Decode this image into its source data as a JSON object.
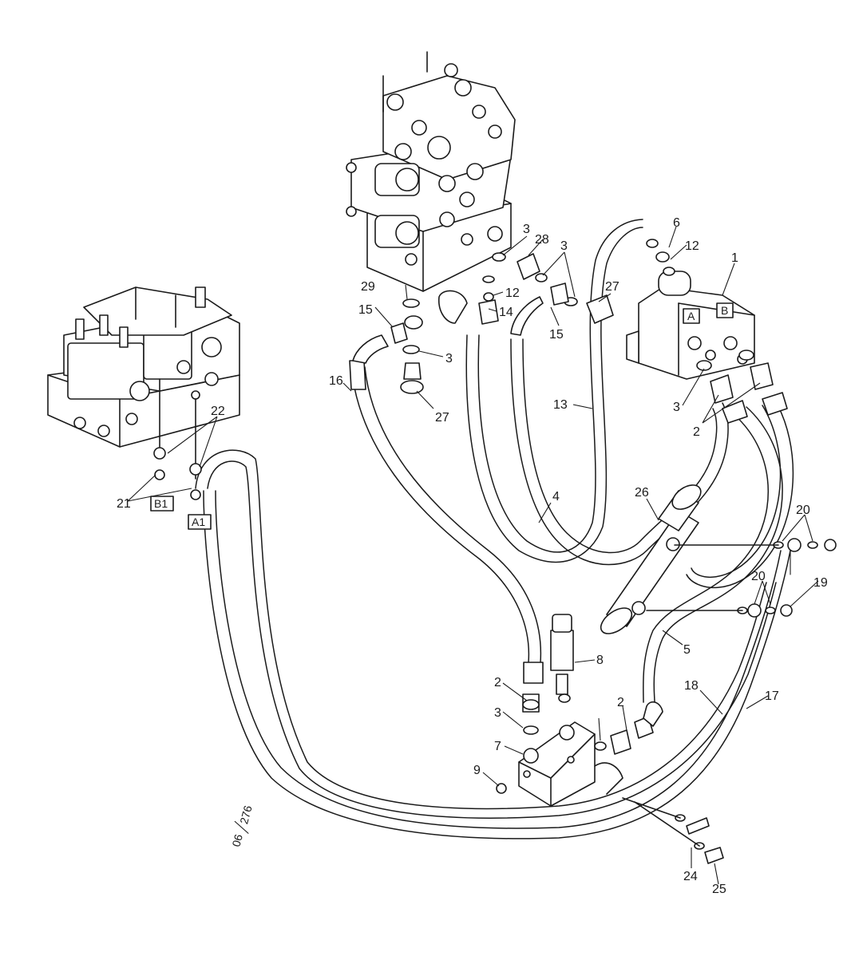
{
  "diagram": {
    "part_labels": [
      "1",
      "2",
      "2",
      "2",
      "3",
      "3",
      "3",
      "3",
      "3",
      "4",
      "5",
      "6",
      "7",
      "8",
      "9",
      "12",
      "12",
      "13",
      "14",
      "15",
      "15",
      "16",
      "17",
      "18",
      "19",
      "20",
      "20",
      "21",
      "22",
      "24",
      "25",
      "26",
      "27",
      "27",
      "28",
      "29"
    ],
    "port_labels": [
      "A",
      "B",
      "B1",
      "A1"
    ],
    "reference": {
      "num": "06",
      "den": "276"
    }
  }
}
